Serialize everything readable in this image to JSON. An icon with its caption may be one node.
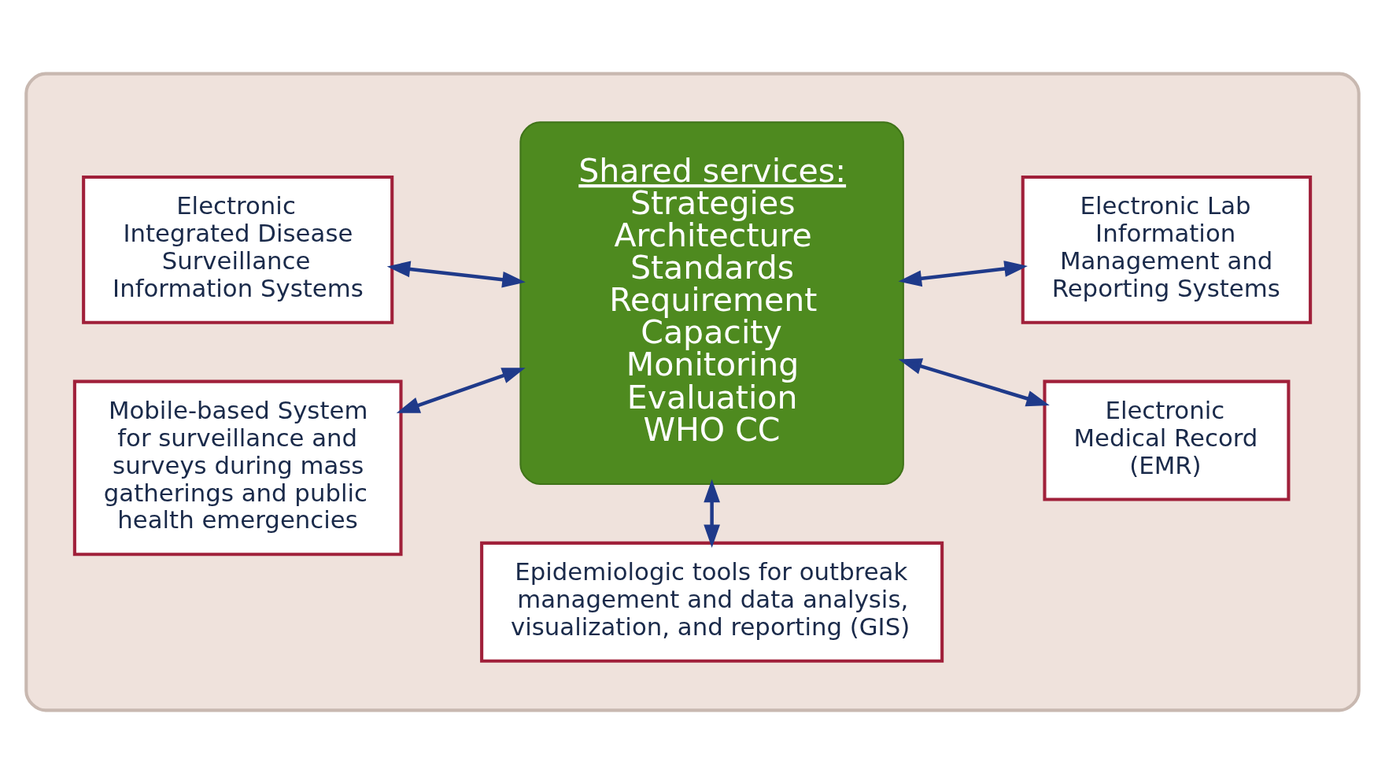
{
  "diagram": {
    "nodes": [
      {
        "text": [],
        "shape": "box"
      },
      {
        "text": [
          "Epidemiologic tools for outbreak management and data analysis, visualization, and reporting (GIS)"
        ],
        "in": 0
      },
      {
        "text": [
          "Electronic Integrated Disease Surveillance Information Systems"
        ],
        "in": 0
      },
      {
        "text": [
          "Shared services:",
          "Strategies",
          "Architecture",
          "Standards",
          "Requirement",
          "Capacity",
          "Monitoring",
          "Evaluation",
          "WHO CC"
        ],
        "in": 0
      },
      {
        "text": [
          "Electronic Medical Record (EMR)"
        ],
        "in": 0
      },
      {
        "text": [
          "Mobile-based System for surveillance and surveys during mass gatherings and public health emergencies"
        ],
        "in": 0
      },
      {
        "text": [
          "Electronic Lab Information Management and Reporting Systems"
        ],
        "in": 0
      }
    ],
    "edges": [
      {
        "from": 1,
        "to": 3,
        "arrow": "both"
      },
      {
        "from": 2,
        "to": 3,
        "arrow": "both"
      },
      {
        "from": 3,
        "to": 4,
        "arrow": "both"
      },
      {
        "from": 5,
        "to": 3,
        "arrow": "both"
      },
      {
        "from": 3,
        "to": 6,
        "arrow": "both"
      }
    ]
  }
}
